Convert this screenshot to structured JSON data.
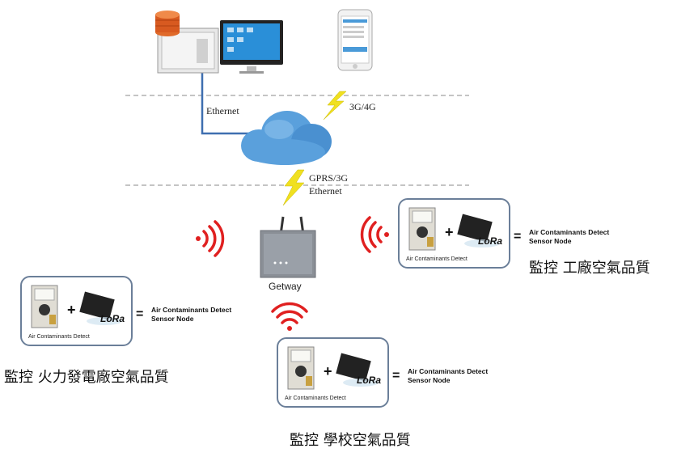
{
  "links": {
    "ethernet_top": "Ethernet",
    "mobile": "3G/4G",
    "gprs": "GPRS/3G",
    "ethernet_bottom": "Ethernet"
  },
  "gateway": {
    "label": "Getway"
  },
  "nodes": [
    {
      "id": "factory",
      "sensor_caption": "Air Contaminants Detect",
      "result_line1": "Air Contaminants Detect",
      "result_line2": "Sensor Node",
      "site": "監控 工廠空氣品質"
    },
    {
      "id": "power",
      "sensor_caption": "Air Contaminants Detect",
      "result_line1": "Air Contaminants Detect",
      "result_line2": "Sensor Node",
      "site": "監控 火力發電廠空氣品質"
    },
    {
      "id": "school",
      "sensor_caption": "Air Contaminants Detect",
      "result_line1": "Air Contaminants Detect",
      "result_line2": "Sensor Node",
      "site": "監控 學校空氣品質"
    }
  ],
  "lora_logo": "LoRa",
  "colors": {
    "cloud": "#5aa0dc",
    "ethernet_line": "#3f6fb0",
    "wifi": "#e02020",
    "bolt": "#f0e020",
    "node_border": "#6b7f99"
  }
}
